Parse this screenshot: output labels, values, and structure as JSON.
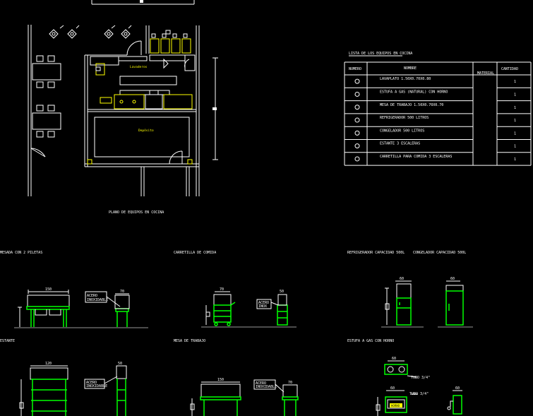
{
  "plan": {
    "title": "PLANO DE EQUIPOS EN COCINA",
    "room_small": "Lavaderos",
    "room_large": "Depósito"
  },
  "equipment_table": {
    "title": "LISTA DE LOS EQUIPOS EN COCINA",
    "headers": [
      "NUMERO",
      "NOMBRE",
      "MATERIAL",
      "CANTIDAD"
    ],
    "rows": [
      {
        "name": "LAVAPLATO       1.50X0.70X0.80",
        "qty": "1"
      },
      {
        "name": "ESTUFA A GAS  (NATURAL)     CON HORNO",
        "qty": "1"
      },
      {
        "name": "MESA DE TRABAJO      1.50X0.70X0.70",
        "qty": "1"
      },
      {
        "name": "REFRIGERADOR       500 LITROS",
        "qty": "1"
      },
      {
        "name": "CONGELADOR       500 LITROS",
        "qty": "1"
      },
      {
        "name": "ESTANTE     3 ESCALERAS",
        "qty": "1"
      },
      {
        "name": "CARRETILLA PARA COMIDA     3 ESCALERAS",
        "qty": "1"
      }
    ]
  },
  "elevations": {
    "meson": "MESADA CON 2 PILETAS",
    "carretilla": "CARRETILLA DE COMIDA",
    "refrig": "REFRIGERADOR CAPACIDAD 500L",
    "congel": "CONGELADOR CAPACIDAD 500L",
    "estante": "ESTANTE",
    "mesa": "MESA DE TRABAJO",
    "estufa": "ESTUFA A GAS CON HORNO"
  },
  "notes": {
    "acero_inox": "ACERO INOXIDABLE",
    "acero_inox_short": "ACERO INOX",
    "tubo": "TUBO 3/4\""
  },
  "dims": {
    "d150": "150",
    "d70": "70",
    "d50": "50",
    "d60": "60",
    "d120": "120"
  },
  "colors": {
    "background": "#000000",
    "lines": "#ffffff",
    "equipment": "#00ff00",
    "accent": "#ffff00"
  }
}
